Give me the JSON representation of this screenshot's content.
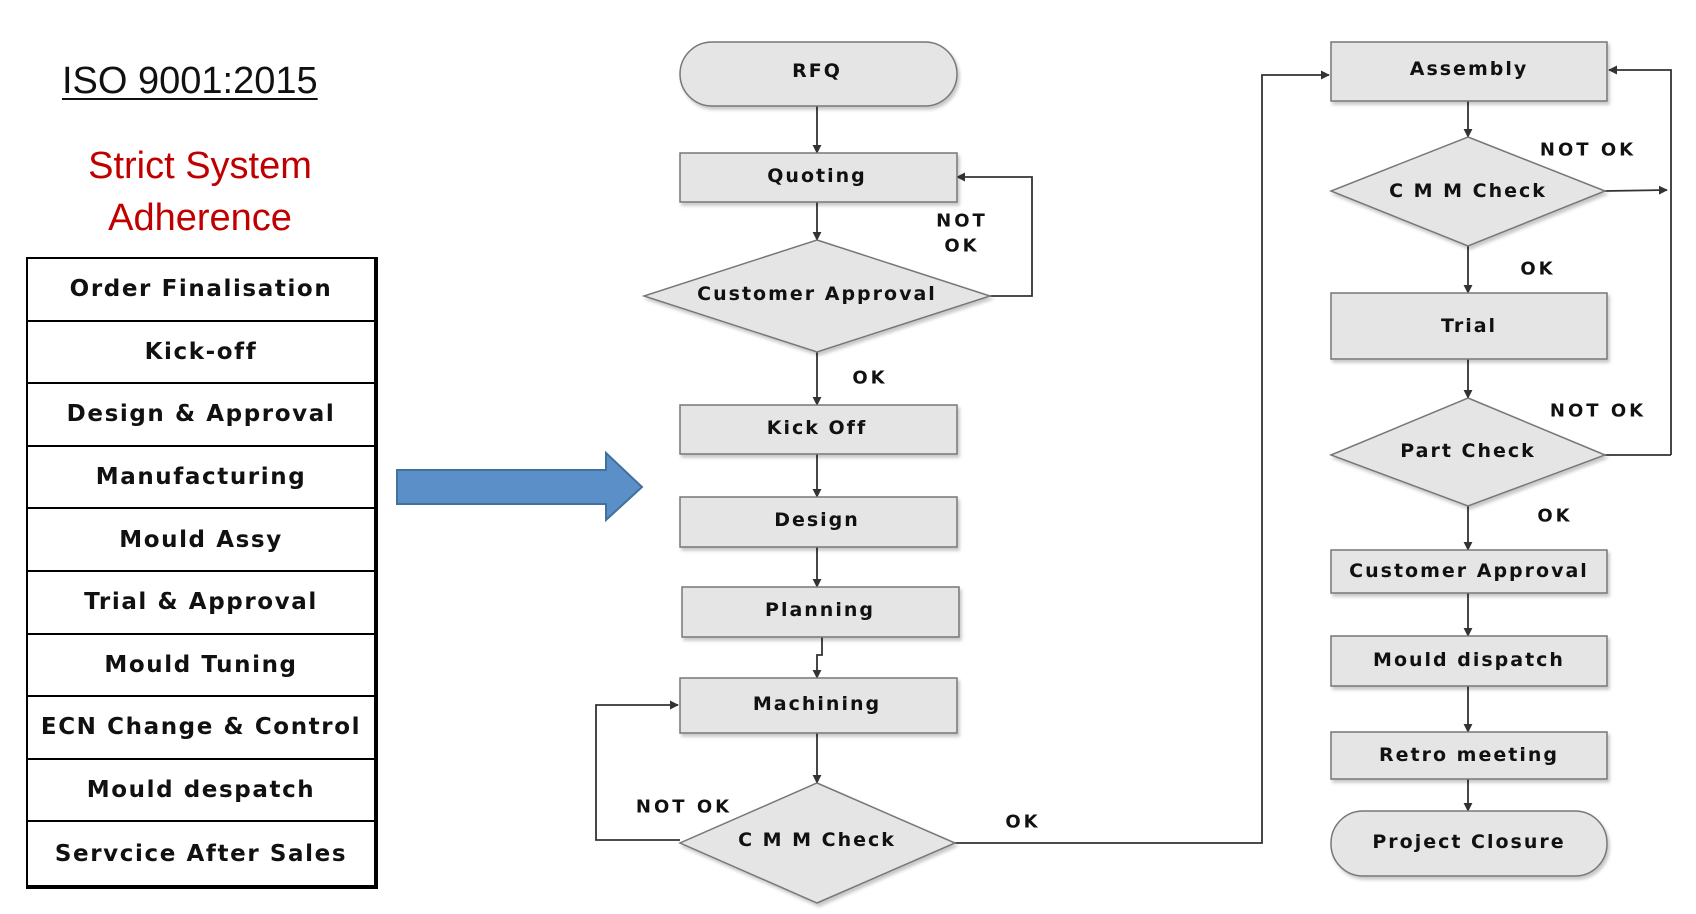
{
  "title": "ISO 9001:2015",
  "subtitle": [
    "Strict System",
    "Adherence"
  ],
  "stages": [
    "Order Finalisation",
    "Kick-off",
    "Design & Approval",
    "Manufacturing",
    "Mould Assy",
    "Trial & Approval",
    "Mould Tuning",
    "ECN Change  & Control",
    "Mould despatch",
    "Servcice  After Sales"
  ],
  "flow": {
    "nodes": {
      "rfq": "RFQ",
      "quoting": "Quoting",
      "customer_approval_1": "Customer Approval",
      "kick_off": "Kick Off",
      "design": "Design",
      "planning": "Planning",
      "machining": "Machining",
      "cmm_check_1": "C M M  Check",
      "assembly": "Assembly",
      "cmm_check_2": "C M M  Check",
      "trial": "Trial",
      "part_check": "Part Check",
      "customer_approval_2": "Customer Approval",
      "mould_dispatch": "Mould dispatch",
      "retro_meeting": "Retro meeting",
      "project_closure": "Project Closure"
    },
    "labels": {
      "quote_not_ok_line1": "NOT",
      "quote_not_ok_line2": "OK",
      "quote_ok": "OK",
      "machining_not_ok": "NOT OK",
      "machining_ok": "OK",
      "assembly_not_ok": "NOT OK",
      "assembly_ok": "OK",
      "part_not_ok": "NOT OK",
      "part_ok": "OK"
    }
  },
  "colors": {
    "node_fill": "#e5e5e5",
    "node_stroke": "#777777",
    "edge": "#333333",
    "arrow_fill": "#5b8fc8",
    "arrow_stroke": "#41719c",
    "subtitle": "#c00000"
  }
}
